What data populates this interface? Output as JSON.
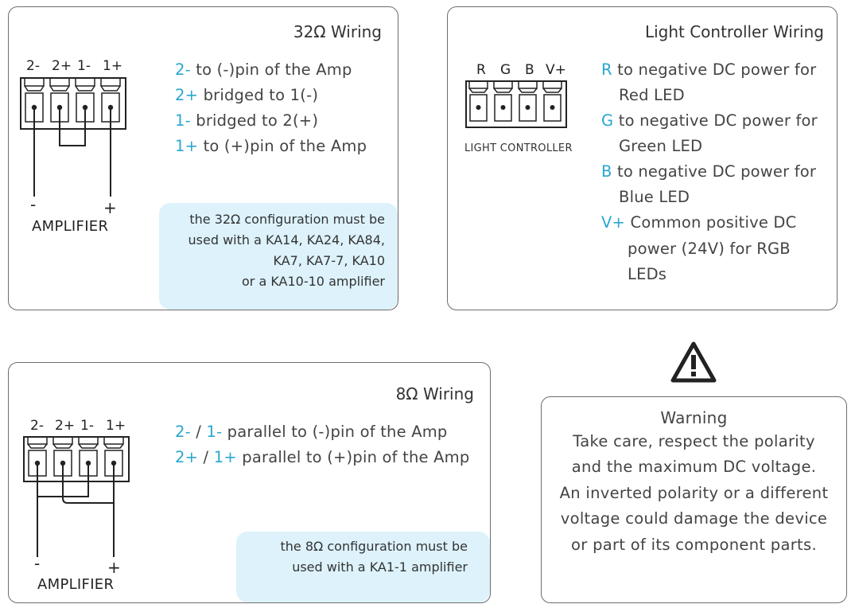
{
  "panel32": {
    "title": "32Ω Wiring",
    "pins": [
      "2-",
      "2+",
      "1-",
      "1+"
    ],
    "lines": [
      {
        "key": "2-",
        "text": "to (-)pin of the Amp"
      },
      {
        "key": "2+",
        "text": "bridged to 1(-)"
      },
      {
        "key": "1-",
        "text": "bridged to 2(+)"
      },
      {
        "key": "1+",
        "text": "to (+)pin of the Amp"
      }
    ],
    "minus": "-",
    "plus": "+",
    "amplifier": "AMPLIFIER",
    "note": [
      "the 32Ω configuration must be",
      "used with a KA14, KA24, KA84,",
      "KA7, KA7-7, KA10",
      "or a KA10-10 amplifier"
    ]
  },
  "panelLight": {
    "title": "Light Controller Wiring",
    "pins": [
      "R",
      "G",
      "B",
      "V+"
    ],
    "controller_label": "LIGHT CONTROLLER",
    "lines": [
      {
        "key": "R",
        "text": "to negative DC power for",
        "cont": "Red LED"
      },
      {
        "key": "G",
        "text": "to negative DC power for",
        "cont": "Green LED"
      },
      {
        "key": "B",
        "text": "to negative DC power for",
        "cont": "Blue LED"
      },
      {
        "key": "V+",
        "text": "Common positive DC",
        "cont": "power (24V)  for RGB",
        "cont2": "LEDs"
      }
    ]
  },
  "panel8": {
    "title": "8Ω Wiring",
    "pins": [
      "2-",
      "2+",
      "1-",
      "1+"
    ],
    "lines": [
      {
        "k1": "2-",
        "sep": " / ",
        "k2": "1-",
        "text": "parallel to (-)pin of the Amp"
      },
      {
        "k1": "2+",
        "sep": " / ",
        "k2": "1+",
        "text": "parallel to (+)pin of the Amp"
      }
    ],
    "minus": "-",
    "plus": "+",
    "amplifier": "AMPLIFIER",
    "note": [
      "the 8Ω configuration must be",
      "used with a KA1-1 amplifier"
    ]
  },
  "warning": {
    "title": "Warning",
    "lines": [
      "Take care, respect the polarity",
      "and the maximum DC voltage.",
      "An inverted polarity or a different",
      "voltage could damage the device",
      "or part of its component parts."
    ]
  },
  "colors": {
    "accent": "#2aa7cf",
    "note_bg": "#ddf2fb",
    "border": "#6d6d6d"
  }
}
